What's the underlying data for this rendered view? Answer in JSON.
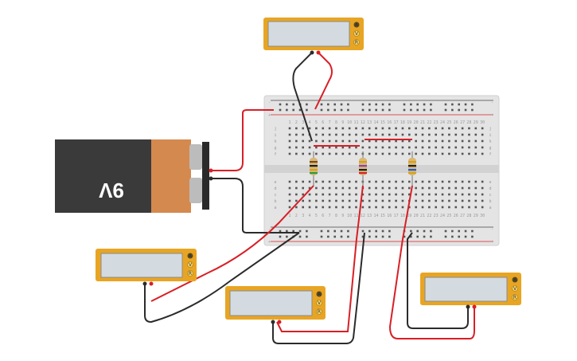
{
  "battery": {
    "voltage_label": "9V"
  },
  "breadboard": {
    "rail_top_minus": "-",
    "rail_top_plus": "+",
    "rail_bottom_minus": "-",
    "rail_bottom_plus": "+",
    "row_letters_top": [
      "j",
      "i",
      "h",
      "g",
      "f"
    ],
    "row_letters_bottom": [
      "e",
      "d",
      "c",
      "b",
      "a"
    ],
    "column_numbers": [
      "1",
      "2",
      "3",
      "4",
      "5",
      "6",
      "7",
      "8",
      "9",
      "10",
      "11",
      "12",
      "13",
      "14",
      "15",
      "16",
      "17",
      "18",
      "19",
      "20",
      "21",
      "22",
      "23",
      "24",
      "25",
      "26",
      "27",
      "28",
      "29",
      "30"
    ]
  },
  "multimeters": [
    {
      "id": "top",
      "modes": [
        "A",
        "V",
        "R"
      ],
      "reading": ""
    },
    {
      "id": "left",
      "modes": [
        "A",
        "V",
        "R"
      ],
      "reading": ""
    },
    {
      "id": "middle",
      "modes": [
        "A",
        "V",
        "R"
      ],
      "reading": ""
    },
    {
      "id": "right",
      "modes": [
        "A",
        "V",
        "R"
      ],
      "reading": ""
    }
  ],
  "colors": {
    "wire_red": "#d81f26",
    "wire_black": "#2b2b2b",
    "meter_body": "#e8a523",
    "meter_screen": "#d3dbe0",
    "breadboard": "#e6e6e6",
    "battery_body": "#3a3a3a",
    "battery_label": "#d4894e"
  }
}
